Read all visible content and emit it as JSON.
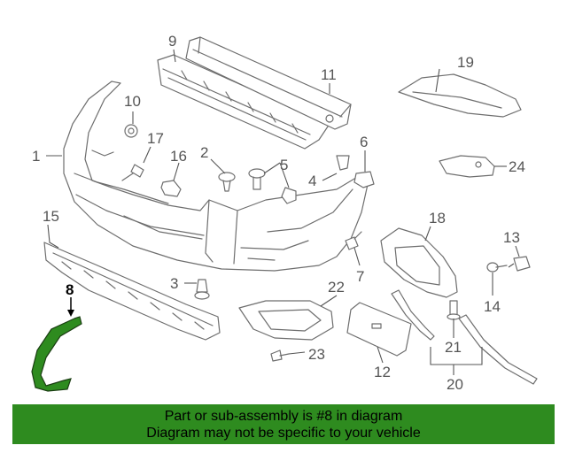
{
  "callouts": {
    "c1": "1",
    "c2": "2",
    "c3": "3",
    "c4": "4",
    "c5": "5",
    "c6": "6",
    "c7": "7",
    "c8": "8",
    "c9": "9",
    "c10": "10",
    "c11": "11",
    "c12": "12",
    "c13": "13",
    "c14": "14",
    "c15": "15",
    "c16": "16",
    "c17": "17",
    "c18": "18",
    "c19": "19",
    "c20": "20",
    "c21": "21",
    "c22": "22",
    "c23": "23",
    "c24": "24"
  },
  "highlight": {
    "part": "8",
    "color": "#2e8b1f"
  },
  "banner": {
    "line1": "Part or sub-assembly is #8 in diagram",
    "line2": "Diagram may not be specific to your vehicle",
    "color": "#2e8b1f"
  }
}
